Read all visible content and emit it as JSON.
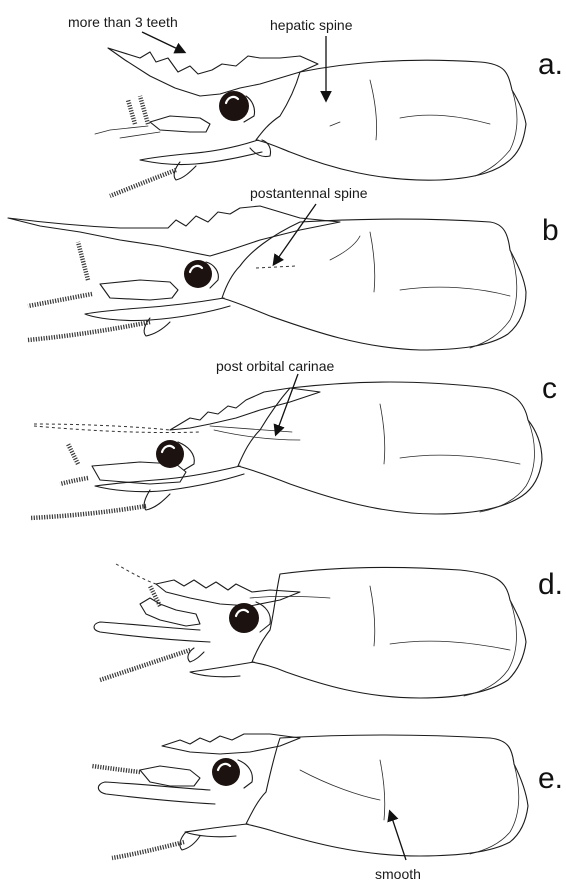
{
  "colors": {
    "ink": "#1c1c1c",
    "eye": "#1c1210",
    "background": "#ffffff"
  },
  "panels": [
    {
      "letter": "a."
    },
    {
      "letter": "b"
    },
    {
      "letter": "c"
    },
    {
      "letter": "d."
    },
    {
      "letter": "e."
    }
  ],
  "annotations": {
    "teeth": "more than 3 teeth",
    "hepatic": "hepatic spine",
    "postantennal": "postantennal spine",
    "postorbital": "post orbital carinae",
    "smooth": "smooth"
  }
}
